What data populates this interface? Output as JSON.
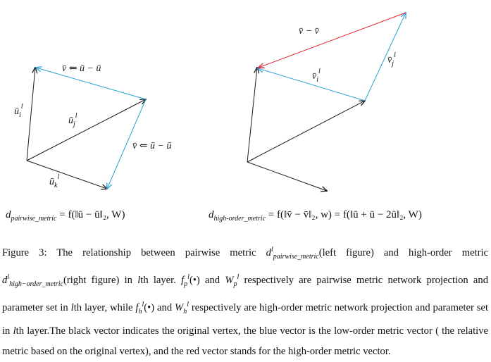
{
  "figure": {
    "left": {
      "label_u_i": "ū",
      "label_u_j": "ū",
      "label_u_k": "ū",
      "label_v_i_def": "v̄ ⇐ ū − ū",
      "label_v_j_def": "v̄ ⇐ ū − ū",
      "equation_lhs": "d",
      "equation_sub": "pairwise_metric",
      "equation_rhs": "= f(‖ū − ū‖₂, W)"
    },
    "right": {
      "label_diff": "v̄ − v̄",
      "label_v_i": "v̄",
      "label_v_j": "v̄",
      "equation_lhs": "d",
      "equation_sub": "high-order_metric",
      "equation_rhs": "= f(‖v̄ − v̄‖₂, w) = f(‖ū + ū − 2ū‖₂, W)"
    },
    "colors": {
      "black": "#1a1a1a",
      "blue": "#29a3d6",
      "red": "#e0202a"
    }
  },
  "caption": {
    "lead": "Figure 3: The relationship between pairwise metric ",
    "t1": "(left figure) and high-order metric ",
    "t2": "(right figure) in ",
    "t3": "th layer. ",
    "t4": " and ",
    "t5": " respectively are pairwise metric network projection and parameter set in ",
    "t6": "th layer, while ",
    "t7": " and ",
    "t8": " respectively are high-order metric network projection and parameter set in ",
    "t9": "th layer.The black vector indicates the original vertex, the blue vector is the low-order metric vector ( the relative metric based on the original vertex), and the red vector stands for the high-order metric vector."
  }
}
